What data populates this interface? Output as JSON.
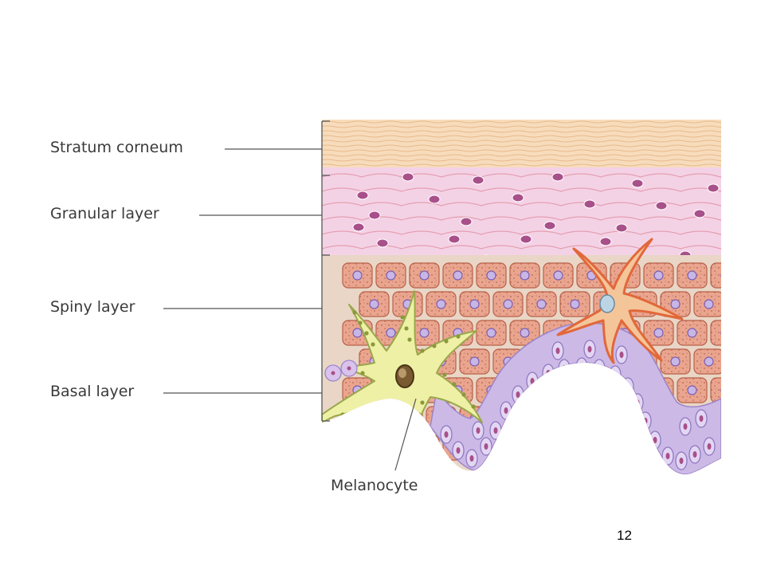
{
  "diagram": {
    "labels": {
      "stratum_corneum": "Stratum corneum",
      "granular_layer": "Granular layer",
      "spiny_layer": "Spiny layer",
      "basal_layer": "Basal layer",
      "melanocyte": "Melanocyte"
    }
  },
  "slide": {
    "page_number": "12"
  },
  "colors": {
    "corneum": "#f7dcbc",
    "granular": "#f4d2e6",
    "spiny_cell": "#eaa58f",
    "basal": "#cdb9e6",
    "melanocyte": "#eef0a6",
    "dendritic_cell": "#f08a5a",
    "nucleus": "#a8508a"
  }
}
